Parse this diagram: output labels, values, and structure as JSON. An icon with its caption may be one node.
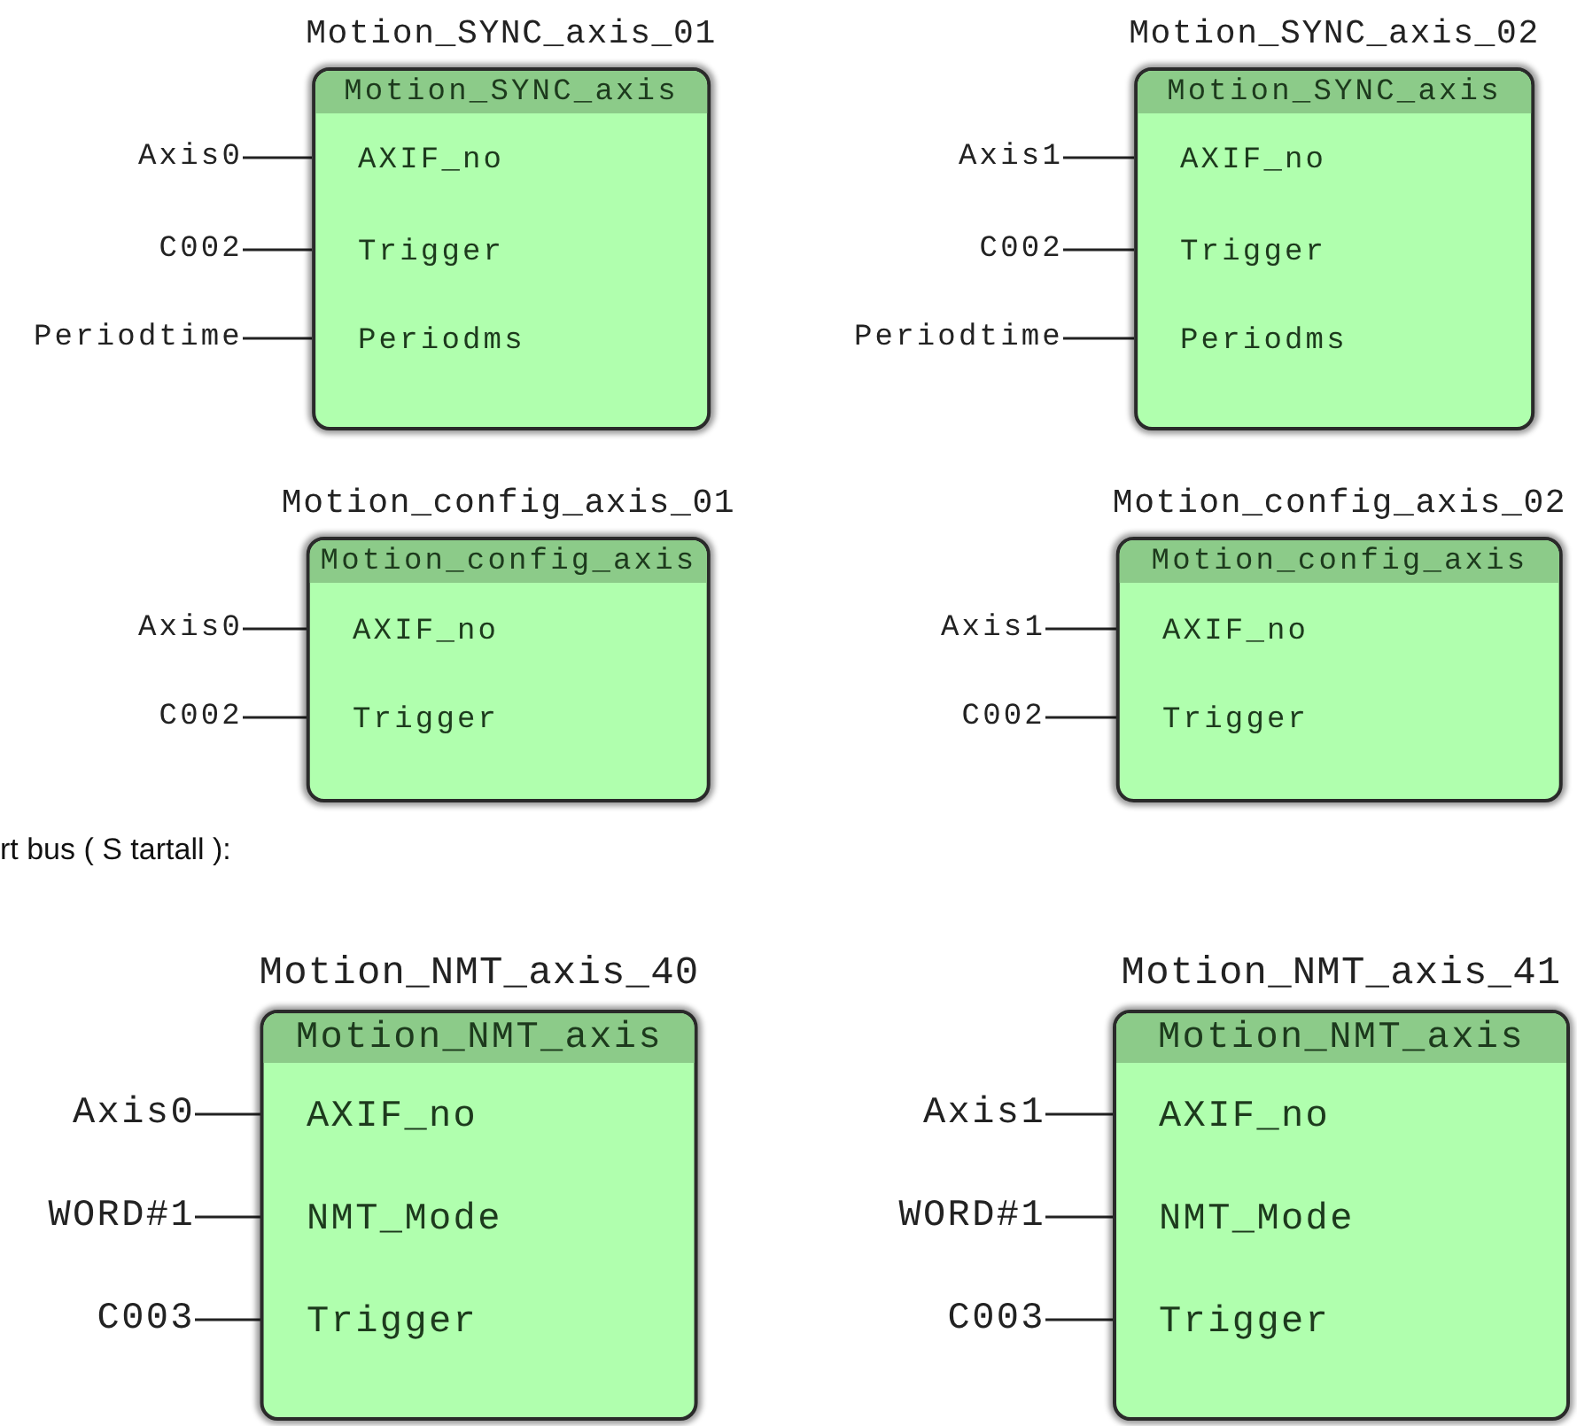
{
  "diagram": {
    "nodes": [
      {
        "text": [
          "Motion_SYNC_axis_01",
          "Motion_SYNC_axis",
          "AXIF_no",
          "Trigger",
          "Periodms"
        ]
      },
      {
        "text": [
          "Axis0"
        ]
      },
      {
        "text": [
          "C002"
        ]
      },
      {
        "text": [
          "Periodtime"
        ]
      },
      {
        "text": [
          "Motion_SYNC_axis_02",
          "Motion_SYNC_axis",
          "AXIF_no",
          "Trigger",
          "Periodms"
        ]
      },
      {
        "text": [
          "Axis1"
        ]
      },
      {
        "text": [
          "C002"
        ]
      },
      {
        "text": [
          "Periodtime"
        ]
      },
      {
        "text": [
          "Motion_config_axis_01",
          "Motion_config_axis",
          "AXIF_no",
          "Trigger"
        ]
      },
      {
        "text": [
          "Axis0"
        ]
      },
      {
        "text": [
          "C002"
        ]
      },
      {
        "text": [
          "Motion_config_axis_02",
          "Motion_config_axis",
          "AXIF_no",
          "Trigger"
        ]
      },
      {
        "text": [
          "Axis1"
        ]
      },
      {
        "text": [
          "C002"
        ]
      },
      {
        "text": [
          "Motion_NMT_axis_40",
          "Motion_NMT_axis",
          "AXIF_no",
          "NMT_Mode",
          "Trigger"
        ]
      },
      {
        "text": [
          "Axis0"
        ]
      },
      {
        "text": [
          "WORD#1"
        ]
      },
      {
        "text": [
          "C003"
        ]
      },
      {
        "text": [
          "Motion_NMT_axis_41",
          "Motion_NMT_axis",
          "AXIF_no",
          "NMT_Mode",
          "Trigger"
        ]
      },
      {
        "text": [
          "Axis1"
        ]
      },
      {
        "text": [
          "WORD#1"
        ]
      },
      {
        "text": [
          "C003"
        ]
      }
    ],
    "edges": [
      {
        "from": 1,
        "to": 0,
        "arrow": "none"
      },
      {
        "from": 2,
        "to": 0,
        "arrow": "none"
      },
      {
        "from": 3,
        "to": 0,
        "arrow": "none"
      },
      {
        "from": 5,
        "to": 4,
        "arrow": "none"
      },
      {
        "from": 6,
        "to": 4,
        "arrow": "none"
      },
      {
        "from": 7,
        "to": 4,
        "arrow": "none"
      },
      {
        "from": 9,
        "to": 8,
        "arrow": "none"
      },
      {
        "from": 10,
        "to": 8,
        "arrow": "none"
      },
      {
        "from": 12,
        "to": 11,
        "arrow": "none"
      },
      {
        "from": 13,
        "to": 11,
        "arrow": "none"
      },
      {
        "from": 15,
        "to": 14,
        "arrow": "none"
      },
      {
        "from": 16,
        "to": 14,
        "arrow": "none"
      },
      {
        "from": 17,
        "to": 14,
        "arrow": "none"
      },
      {
        "from": 19,
        "to": 18,
        "arrow": "none"
      },
      {
        "from": 20,
        "to": 18,
        "arrow": "none"
      },
      {
        "from": 21,
        "to": 18,
        "arrow": "none"
      }
    ],
    "labels": [
      "rt bus ( S tartall ):"
    ]
  }
}
